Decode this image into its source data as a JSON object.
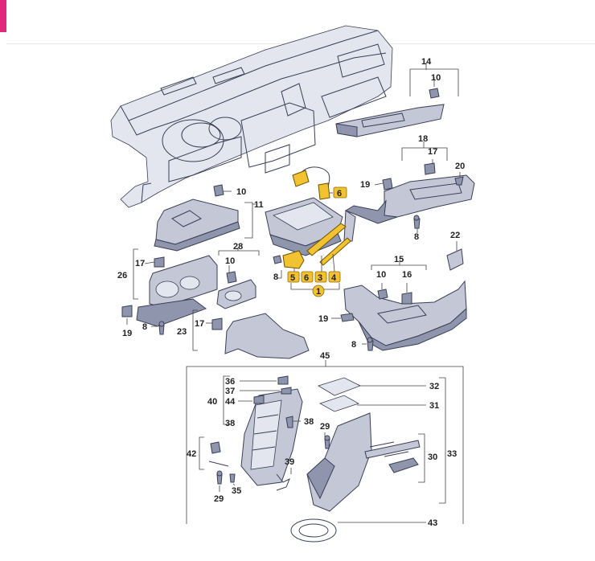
{
  "colors": {
    "accent": "#e0297a",
    "highlight": "#f2c230",
    "part_fill": "#c3c7d6",
    "part_stroke": "#3a3f55"
  },
  "callouts": {
    "c14": "14",
    "c10a": "10",
    "c18": "18",
    "c17a": "17",
    "c20": "20",
    "c19a": "19",
    "c8a": "8",
    "c22": "22",
    "c15": "15",
    "c10b": "10",
    "c16": "16",
    "c19b": "19",
    "c8b": "8",
    "c6a": "6",
    "c10c": "10",
    "c11": "11",
    "c28": "28",
    "c10d": "10",
    "c26": "26",
    "c17b": "17",
    "c8c": "8",
    "c19c": "19",
    "c8d": "8",
    "c17c": "17",
    "c23": "23",
    "c5": "5",
    "c6b": "6",
    "c3": "3",
    "c4": "4",
    "c1": "1",
    "c45": "45",
    "c36": "36",
    "c37": "37",
    "c40": "40",
    "c44": "44",
    "c38a": "38",
    "c38b": "38",
    "c32": "32",
    "c31": "31",
    "c29a": "29",
    "c30": "30",
    "c33": "33",
    "c42": "42",
    "c39": "39",
    "c29b": "29",
    "c35": "35",
    "c43": "43"
  }
}
